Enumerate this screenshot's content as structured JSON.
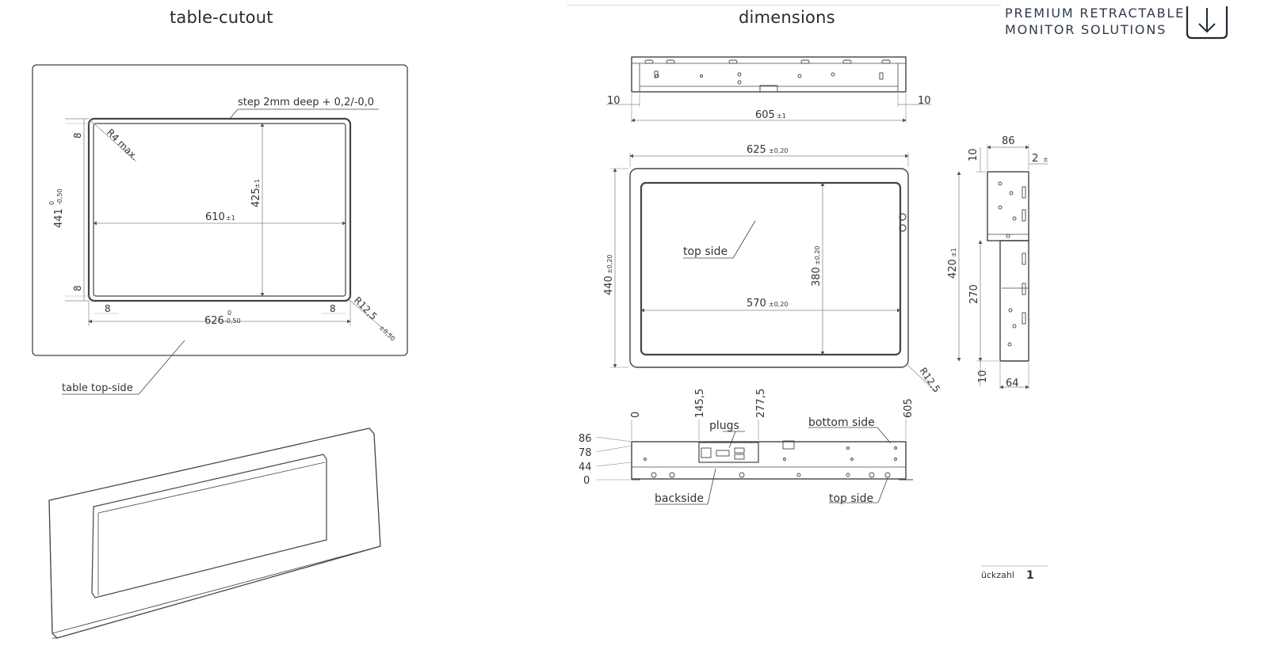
{
  "titles": {
    "left": "table-cutout",
    "right": "dimensions"
  },
  "brand": {
    "line1": "PREMIUM RETRACTABLE",
    "line2": "MONITOR SOLUTIONS",
    "logo_icon": "down-arrow-in-box-icon"
  },
  "cutout": {
    "step_note": "step 2mm deep + 0,2/-0,0",
    "r4": "R4 max.",
    "h441": "441",
    "h441_tol_top": "0",
    "h441_tol_bot": "-0,50",
    "w610": "610",
    "w610_tol": "±1",
    "h425": "425",
    "h425_tol": "±1",
    "m8_top": "8",
    "m8_bot": "8",
    "m8_left": "8",
    "m8_right": "8",
    "w626": "626",
    "w626_tol_top": "0",
    "w626_tol_bot": "-0,50",
    "r125": "R12,5",
    "r125_tol": "±0,50",
    "table_label": "table top-side"
  },
  "top_view": {
    "d10_left": "10",
    "d10_right": "10",
    "w605": "605",
    "w605_tol": "±1"
  },
  "front_view": {
    "w625": "625",
    "w625_tol": "±0,20",
    "h440": "440",
    "h440_tol": "±0,20",
    "h380": "380",
    "h380_tol": "±0,20",
    "w570": "570",
    "w570_tol": "±0,20",
    "top_label": "top side",
    "r125": "R12,5"
  },
  "side_view": {
    "w86": "86",
    "d2": "2",
    "d2_tol": "±",
    "d10_top": "10",
    "h420": "420",
    "h420_tol": "±1",
    "h270": "270",
    "d10_bot": "10",
    "w64": "64"
  },
  "bottom_view": {
    "x0": "0",
    "x145": "145,5",
    "x277": "277,5",
    "x605": "605",
    "y86": "86",
    "y78": "78",
    "y44": "44",
    "y0": "0",
    "plugs": "plugs",
    "bottom_label": "bottom side",
    "backside": "backside",
    "top_label": "top side"
  },
  "footer": {
    "label": "ückzahl",
    "count": "1"
  }
}
